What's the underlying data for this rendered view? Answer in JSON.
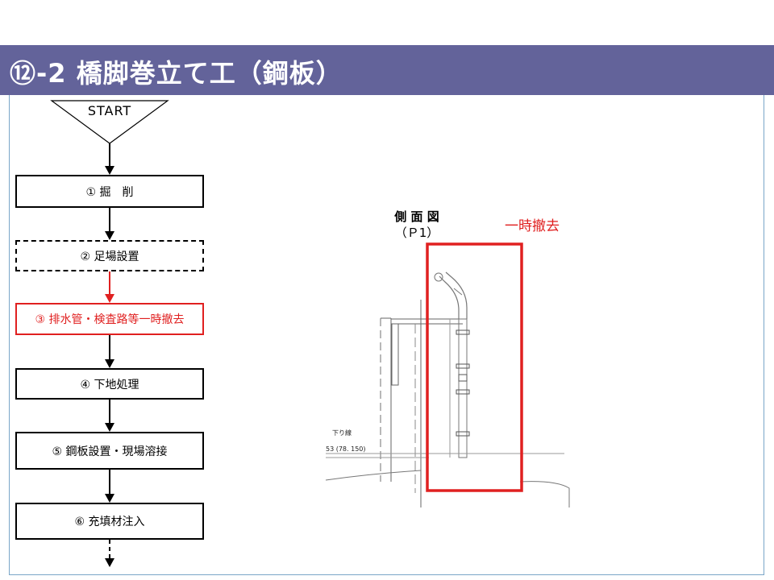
{
  "header": {
    "title": "⑫-2 橋脚巻立て工（鋼板）"
  },
  "flowchart": {
    "start_label": "START",
    "steps": [
      {
        "label": "① 掘　削",
        "style": "solid"
      },
      {
        "label": "② 足場設置",
        "style": "dashed"
      },
      {
        "label": "③ 排水管・検査路等一時撤去",
        "style": "highlight"
      },
      {
        "label": "④ 下地処理",
        "style": "solid"
      },
      {
        "label": "⑤ 鋼板設置・現場溶接",
        "style": "solid"
      },
      {
        "label": "⑥ 充填材注入",
        "style": "solid"
      }
    ]
  },
  "drawing": {
    "title": "側 面 図",
    "subtitle": "（Ｐ1）",
    "removal_label": "一時撤去",
    "line_label": "下り線",
    "elevation_label": "53 (78. 150)"
  },
  "colors": {
    "title_bar": "#63639a",
    "highlight": "#e02020",
    "frame_border": "#7aa6c8"
  }
}
